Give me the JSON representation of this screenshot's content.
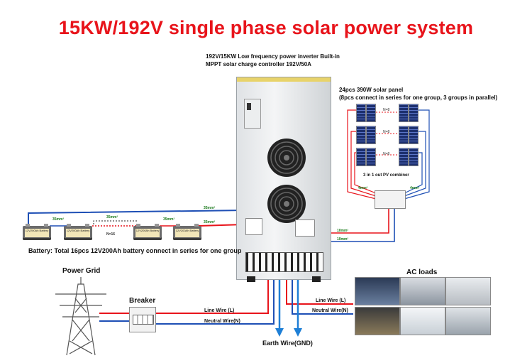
{
  "title": "15KW/192V single  phase solar power system",
  "inverter": {
    "caption_line1": "192V/15KW Low frequency power inverter Built-in",
    "caption_line2": "MPPT solar charge controller 192V/50A"
  },
  "solar": {
    "caption_line1": "24pcs 390W solar panel",
    "caption_line2": "(8pcs connect in series for one group, 3 groups in parallel)",
    "group_label": "N=8",
    "combiner_label": "3 in 1 out PV combiner",
    "wire_label": "4mm²"
  },
  "battery": {
    "unit_label": "12V200Ah Battery",
    "count_label": "N=16",
    "caption": "Battery:  Total 16pcs 12V200Ah battery connect in series for one group",
    "wire_label": "35mm²"
  },
  "wires": {
    "dc_input_label": "10mm²",
    "line_wire": "Line Wire  (L)",
    "neutral_wire": "Neutral Wire(N)",
    "earth_wire": "Earth Wire(GND)"
  },
  "grid": {
    "label": "Power Grid"
  },
  "breaker": {
    "label": "Breaker"
  },
  "ac_loads": {
    "label": "AC loads"
  },
  "colors": {
    "title": "#e8141b",
    "positive": "#e8141b",
    "negative": "#1e4fb5",
    "earth": "#1e7fd6"
  }
}
